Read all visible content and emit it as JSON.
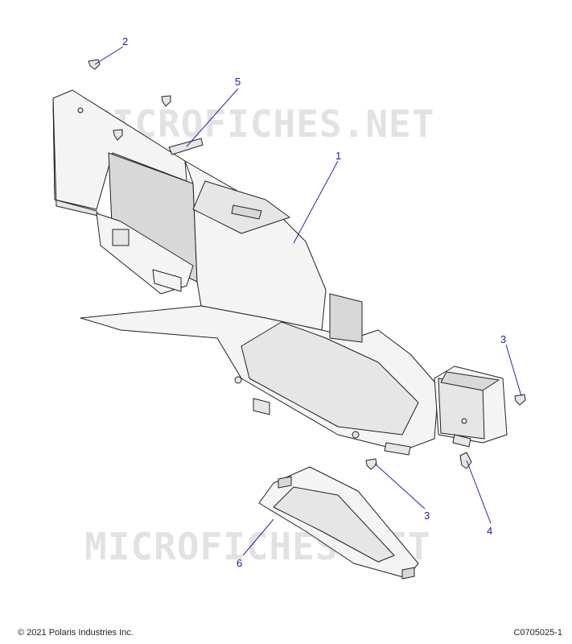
{
  "watermark": {
    "text": "MICROFICHES.NET"
  },
  "callouts": {
    "c1": "1",
    "c2": "2",
    "c3a": "3",
    "c3b": "3",
    "c4": "4",
    "c5": "5",
    "c6": "6"
  },
  "footer": {
    "copyright": "© 2021 Polaris Industries Inc.",
    "code": "C0705025-1"
  },
  "colors": {
    "callout": "#1a1aa8",
    "line": "#222222",
    "watermark": "#e2e2e2"
  }
}
